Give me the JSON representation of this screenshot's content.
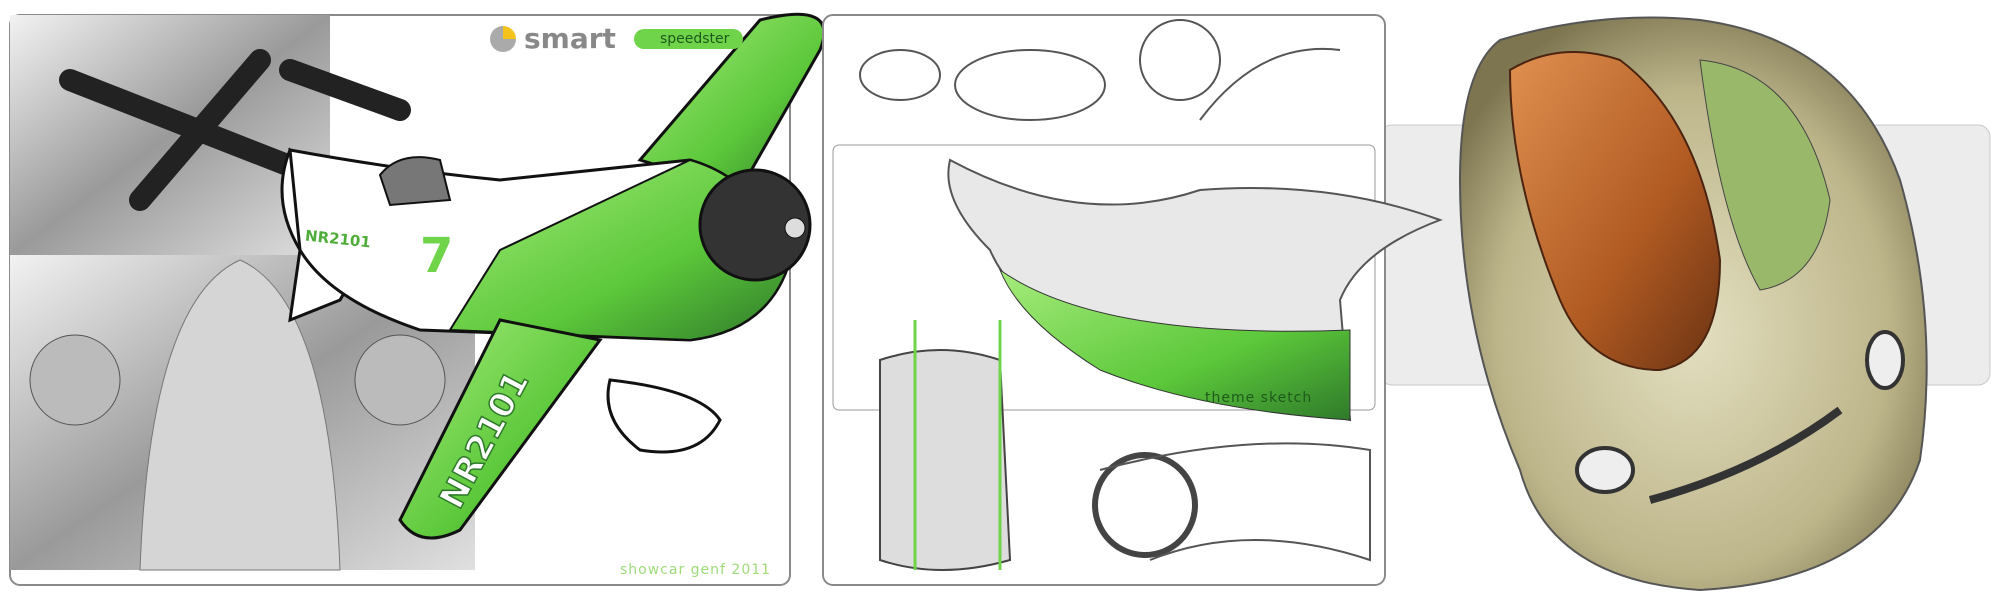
{
  "brand": {
    "name": "smart",
    "model_badge": "speedster"
  },
  "plane_panel": {
    "fuselage_registration": "NR2101",
    "race_number": "7",
    "wing_registration": "NR2101",
    "caption": "showcar genf 2011"
  },
  "interior_panel": {
    "caption": "theme sketch"
  },
  "colors": {
    "accent_green": "#6fd44a",
    "dark_green": "#2f7a2a",
    "seat_orange": "#b8642a",
    "car_body": "#c9c39a",
    "panel_border": "#8a8a8a"
  }
}
